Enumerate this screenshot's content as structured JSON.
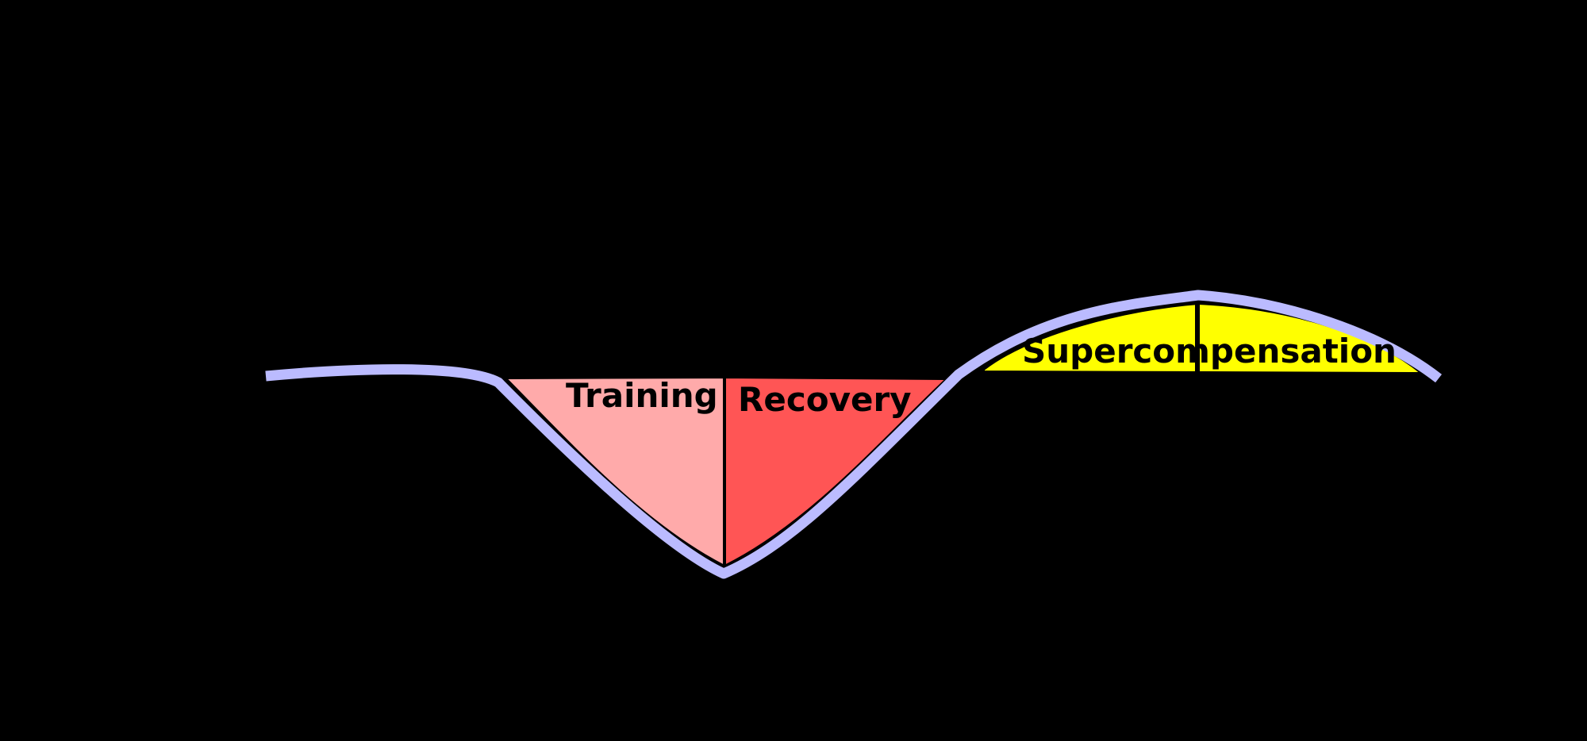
{
  "diagram": {
    "phases": [
      {
        "id": "training",
        "label": "Training",
        "color": "#ffaaaa"
      },
      {
        "id": "recovery",
        "label": "Recovery",
        "color": "#ff5555"
      },
      {
        "id": "supercompensation",
        "label": "Supercompensation",
        "color": "#ffff00"
      }
    ],
    "curve_color": "#bbbbff",
    "background": "#000000"
  }
}
